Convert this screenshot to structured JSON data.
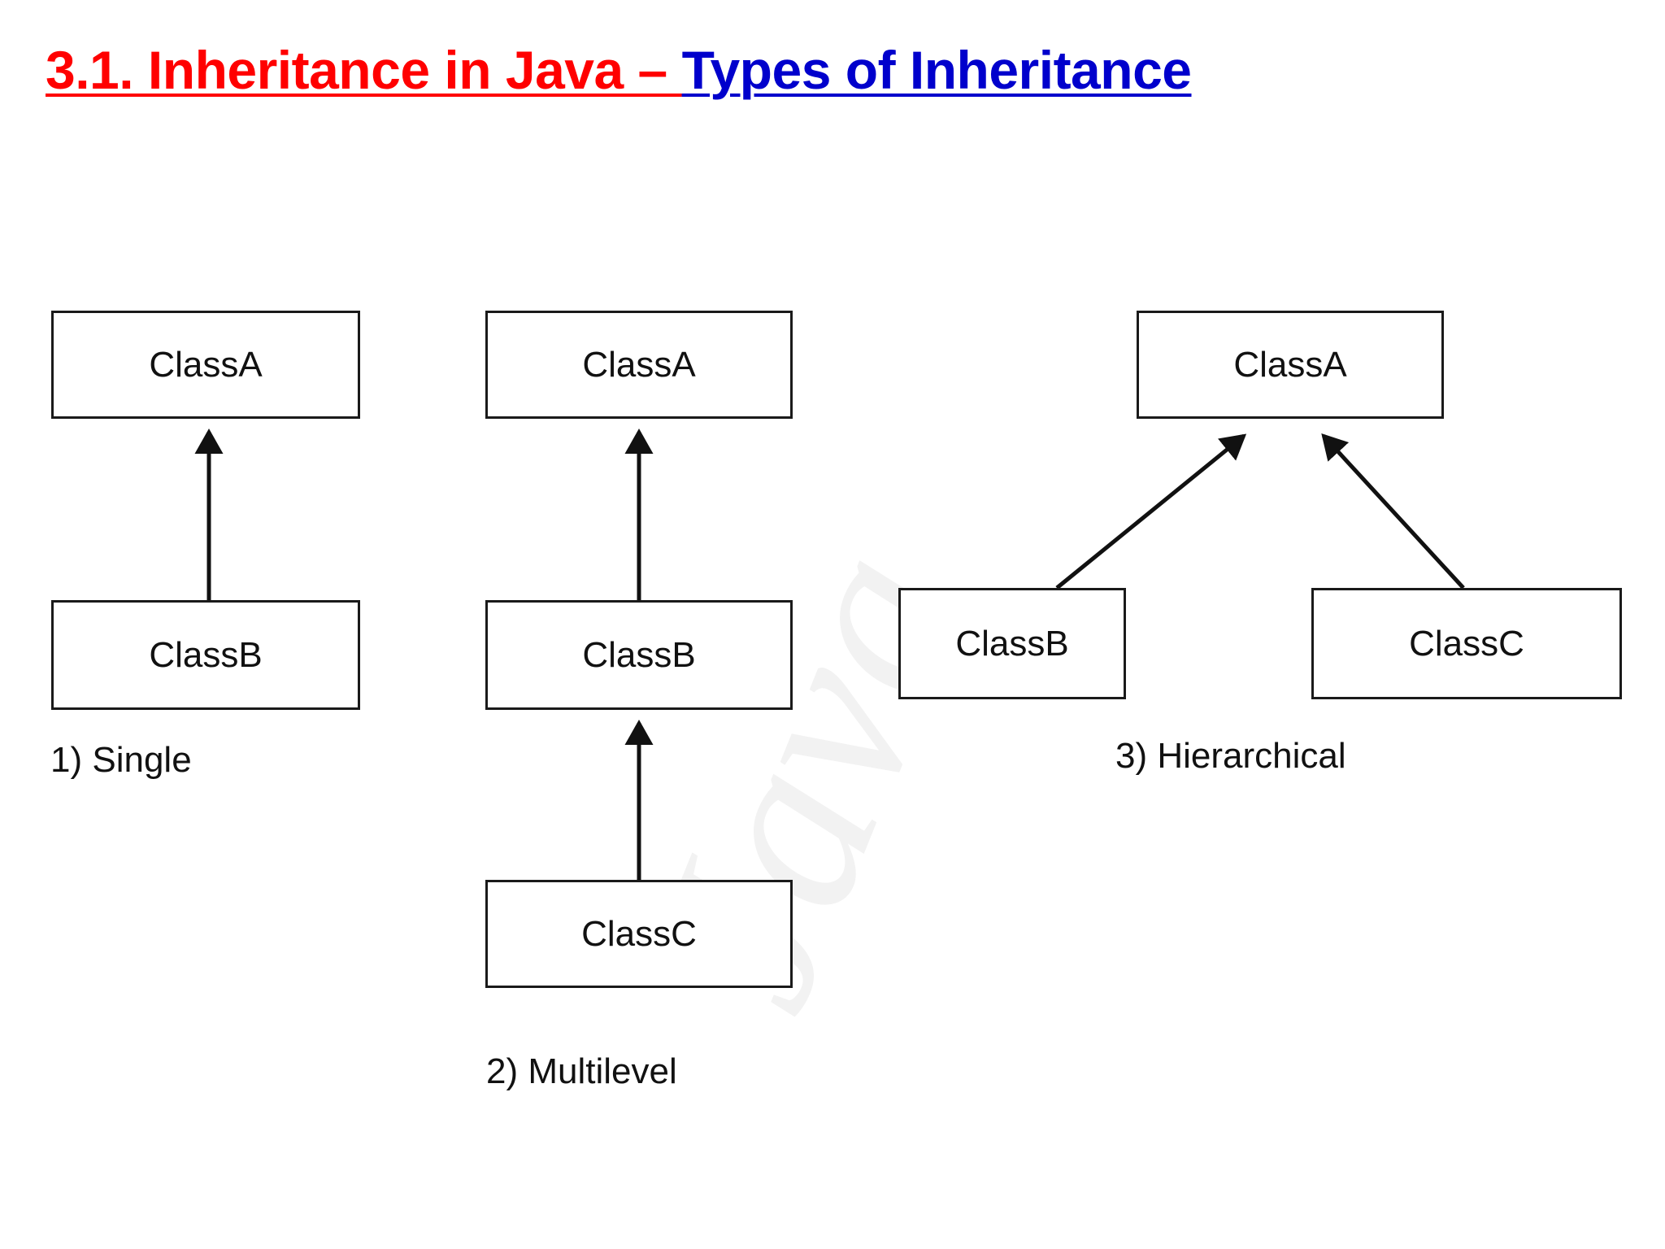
{
  "slide": {
    "title": {
      "part_red": "3.1. Inheritance in Java – ",
      "part_blue": "Types of Inheritance",
      "color_red": "#FF0000",
      "color_blue": "#0000CC"
    },
    "watermark_text": "Java"
  },
  "diagrams": [
    {
      "id": "single",
      "caption": "1)  Single",
      "boxes": [
        {
          "name": "classA",
          "label": "ClassA"
        },
        {
          "name": "classB",
          "label": "ClassB"
        }
      ],
      "edges": [
        {
          "from": "ClassB",
          "to": "ClassA",
          "arrow": "up"
        }
      ]
    },
    {
      "id": "multilevel",
      "caption": "2) Multilevel",
      "boxes": [
        {
          "name": "classA",
          "label": "ClassA"
        },
        {
          "name": "classB",
          "label": "ClassB"
        },
        {
          "name": "classC",
          "label": "ClassC"
        }
      ],
      "edges": [
        {
          "from": "ClassB",
          "to": "ClassA",
          "arrow": "up"
        },
        {
          "from": "ClassC",
          "to": "ClassB",
          "arrow": "up"
        }
      ]
    },
    {
      "id": "hierarchical",
      "caption": "3) Hierarchical",
      "boxes": [
        {
          "name": "classA",
          "label": "ClassA"
        },
        {
          "name": "classB",
          "label": "ClassB"
        },
        {
          "name": "classC",
          "label": "ClassC"
        }
      ],
      "edges": [
        {
          "from": "ClassB",
          "to": "ClassA",
          "arrow": "up-right"
        },
        {
          "from": "ClassC",
          "to": "ClassA",
          "arrow": "up-left"
        }
      ]
    }
  ]
}
